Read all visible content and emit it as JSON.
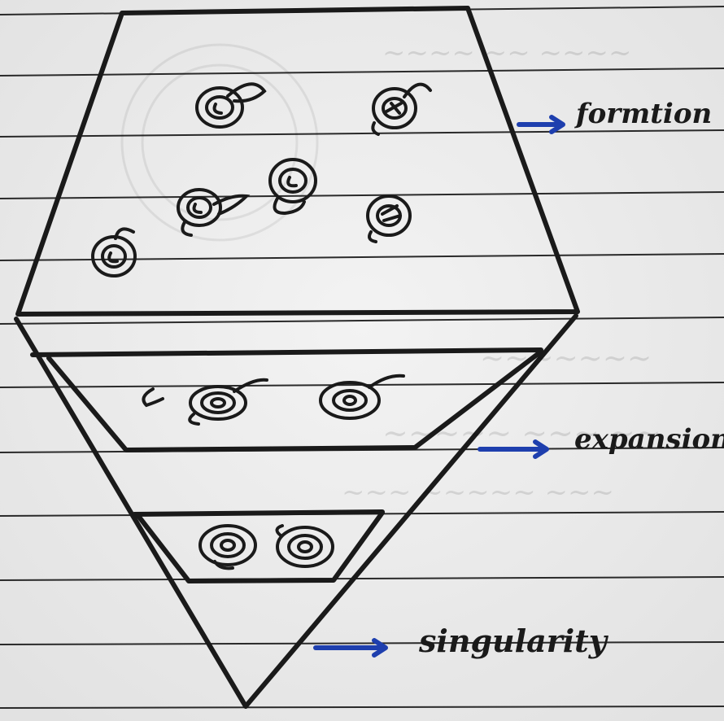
{
  "labels": {
    "formation": "formtion",
    "expansion": "expansion",
    "singularity": "singularity"
  },
  "colors": {
    "paper": "#ececec",
    "rule_line": "#2a2a2a",
    "ink": "#1a1a1a",
    "arrow": "#1e3fae"
  }
}
